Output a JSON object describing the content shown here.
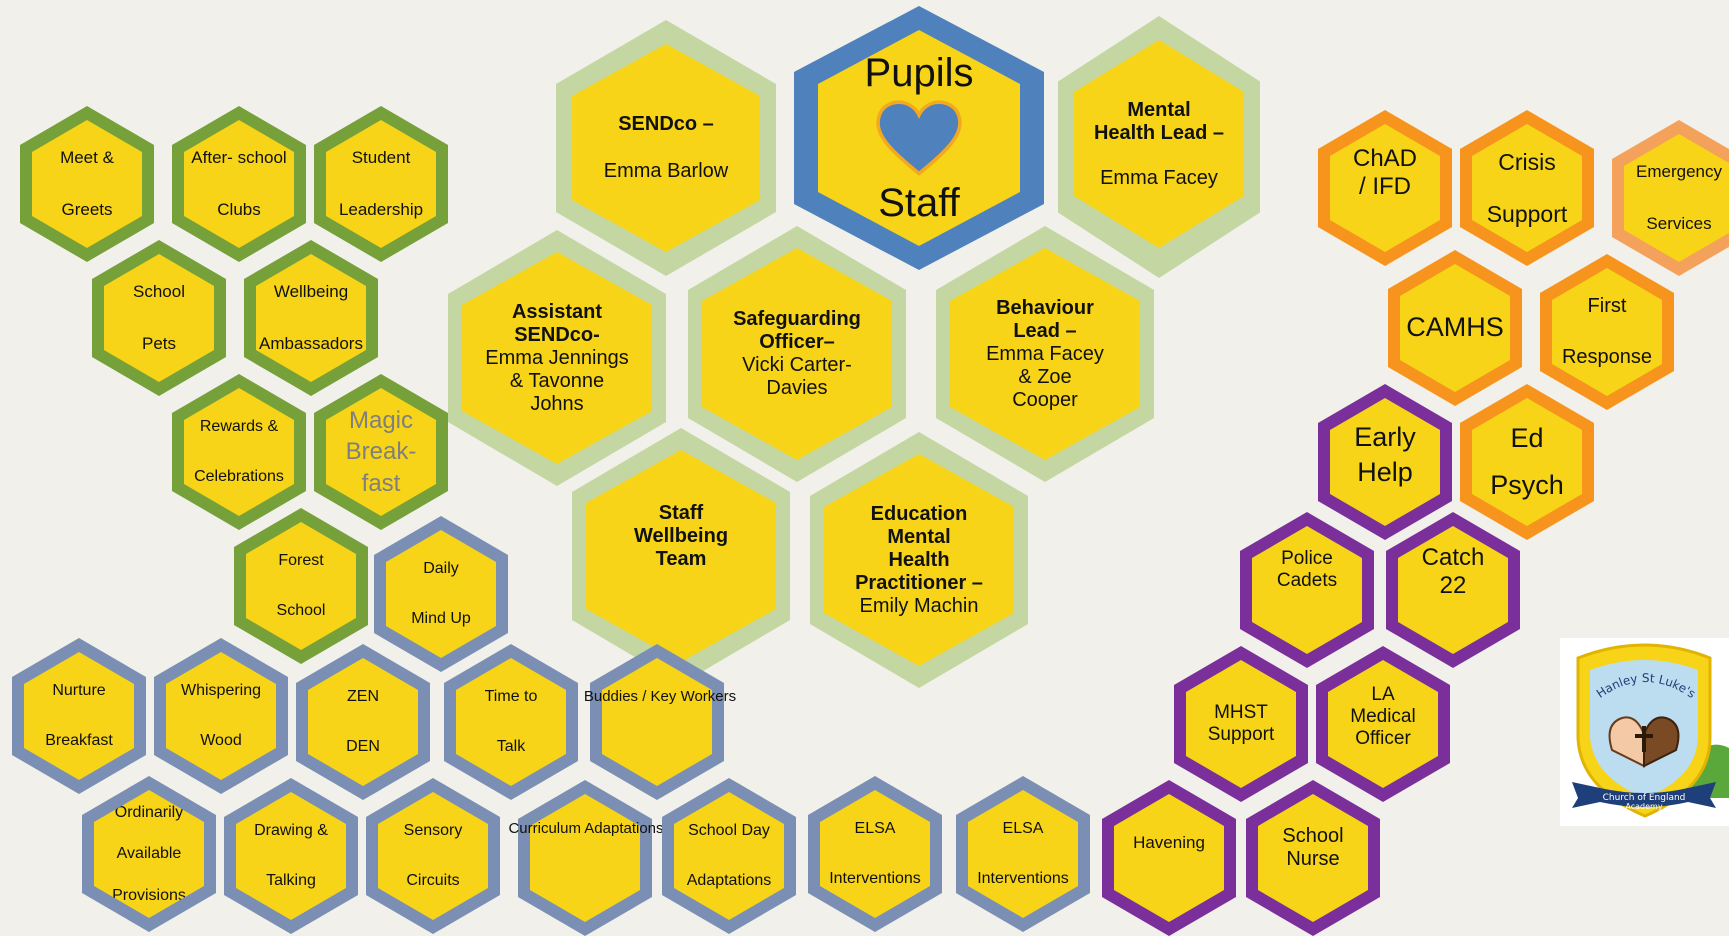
{
  "center": {
    "pupils": "Pupils",
    "staff": "Staff",
    "sendco_title": "SENDco –",
    "sendco_name": "Emma Barlow",
    "mhl_title_1": "Mental",
    "mhl_title_2": "Health Lead –",
    "mhl_name": "Emma Facey",
    "assistant_title_1": "Assistant",
    "assistant_title_2": "SENDco-",
    "assistant_name_1": "Emma Jennings",
    "assistant_name_2": "& Tavonne",
    "assistant_name_3": "Johns",
    "safeguarding_title_1": "Safeguarding",
    "safeguarding_title_2": "Officer–",
    "safeguarding_name_1": "Vicki Carter-",
    "safeguarding_name_2": "Davies",
    "behaviour_title_1": "Behaviour",
    "behaviour_title_2": "Lead –",
    "behaviour_name_1": "Emma Facey",
    "behaviour_name_2": "& Zoe",
    "behaviour_name_3": "Cooper",
    "swt_1": "Staff",
    "swt_2": "Wellbeing",
    "swt_3": "Team",
    "emhp_1": "Education",
    "emhp_2": "Mental",
    "emhp_3": "Health",
    "emhp_4": "Practitioner –",
    "emhp_name": "Emily Machin"
  },
  "green": {
    "meet_1": "Meet &",
    "meet_2": "Greets",
    "after_1": "After- school",
    "after_2": "Clubs",
    "student_1": "Student",
    "student_2": "Leadership",
    "pets_1": "School",
    "pets_2": "Pets",
    "wellbeing_1": "Wellbeing",
    "wellbeing_2": "Ambassadors",
    "rewards_1": "Rewards &",
    "rewards_2": "Celebrations",
    "magic_1": "Magic",
    "magic_2": "Break-",
    "magic_3": "fast",
    "forest_1": "Forest",
    "forest_2": "School"
  },
  "blue": {
    "daily_1": "Daily",
    "daily_2": "Mind Up",
    "nurture_1": "Nurture",
    "nurture_2": "Breakfast",
    "whisper_1": "Whispering",
    "whisper_2": "Wood",
    "zen_1": "ZEN",
    "zen_2": "DEN",
    "time_1": "Time to",
    "time_2": "Talk",
    "buddies": "Buddies / Key Workers",
    "oap_1": "Ordinarily",
    "oap_2": "Available",
    "oap_3": "Provisions",
    "drawing_1": "Drawing &",
    "drawing_2": "Talking",
    "sensory_1": "Sensory",
    "sensory_2": "Circuits",
    "curriculum": "Curriculum Adaptations",
    "schoolday_1": "School Day",
    "schoolday_2": "Adaptations",
    "elsa1_1": "ELSA",
    "elsa1_2": "Interventions",
    "elsa2_1": "ELSA",
    "elsa2_2": "Interventions"
  },
  "orange": {
    "chad_1": "ChAD",
    "chad_2": "/ IFD",
    "crisis_1": "Crisis",
    "crisis_2": "Support",
    "emergency_1": "Emergency",
    "emergency_2": "Services",
    "camhs": "CAMHS",
    "first_1": "First",
    "first_2": "Response",
    "edpsych_1": "Ed",
    "edpsych_2": "Psych"
  },
  "purple": {
    "earlyhelp_1": "Early",
    "earlyhelp_2": "Help",
    "police_1": "Police",
    "police_2": "Cadets",
    "catch_1": "Catch",
    "catch_2": "22",
    "mhst_1": "MHST",
    "mhst_2": "Support",
    "la_1": "LA",
    "la_2": "Medical",
    "la_3": "Officer",
    "havening": "Havening",
    "nurse_1": "School",
    "nurse_2": "Nurse"
  },
  "logo": {
    "name": "Hanley St Luke's",
    "subtitle_1": "Church of England",
    "subtitle_2": "Academy"
  },
  "colors": {
    "green_ring": "#76a03a",
    "blue_ring": "#7a8fb3",
    "orange_ring": "#f7941d",
    "purple_ring": "#7a2f9a",
    "pale_ring": "#c4d7a2",
    "core_ring": "#4f81bd",
    "fill": "#f7d417"
  }
}
